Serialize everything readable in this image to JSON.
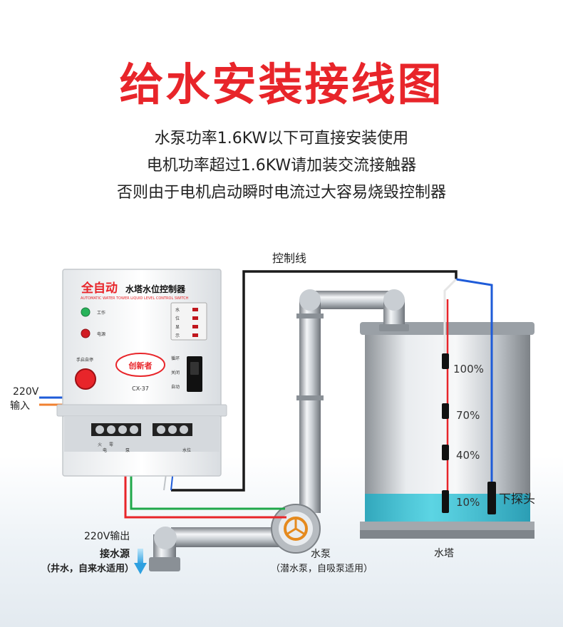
{
  "header": {
    "title": "给水安装接线图",
    "notes": [
      "水泵功率1.6KW以下可直接安装使用",
      "电机功率超过1.6KW请加装交流接触器",
      "否则由于电机启动瞬时电流过大容易烧毁控制器"
    ]
  },
  "controller": {
    "title_red": "全自动",
    "title_black": "水塔水位控制器",
    "subtitle": "AUTOMATIC WATER TOWER LIQUID LEVEL CONTROL SWITCH",
    "brand": "创新者",
    "model": "CX-37",
    "led_work": "工作",
    "led_power": "电源",
    "manual_button": "手启自停",
    "switch_labels": [
      "循环",
      "关闭",
      "自动"
    ],
    "level_labels": [
      "水",
      "位",
      "显",
      "示"
    ],
    "terminal_labels": [
      "火",
      "零",
      "电",
      "泵",
      "水位"
    ]
  },
  "diagram": {
    "control_line": "控制线",
    "input_label": "220V\n输入",
    "output_label": "220V输出",
    "source_label": "接水源",
    "source_sub": "（井水，自来水适用）",
    "pump_label": "水泵",
    "pump_sub": "（潜水泵，自吸泵适用）",
    "tower_label": "水塔",
    "probe_label": "下探头",
    "levels": [
      "100%",
      "70%",
      "40%",
      "10%"
    ]
  },
  "colors": {
    "title": "#e8252a",
    "wire_black": "#1a1a1a",
    "wire_blue": "#1e5bd8",
    "wire_red": "#e8252a",
    "wire_green": "#20a84a",
    "wire_orange": "#f08030",
    "water": "#36c3d8",
    "arrow": "#2ea0e0"
  }
}
